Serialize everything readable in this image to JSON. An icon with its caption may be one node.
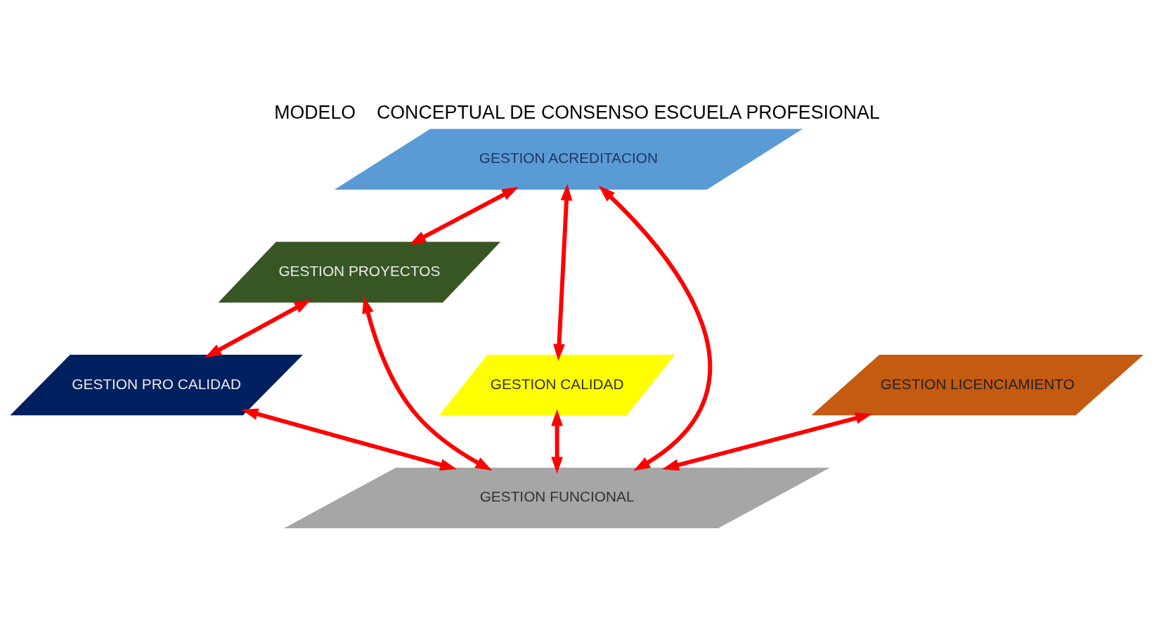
{
  "diagram": {
    "title": "MODELO    CONCEPTUAL DE CONSENSO ESCUELA PROFESIONAL",
    "nodes": [
      {
        "text": [
          "GESTION ACREDITACION"
        ]
      },
      {
        "text": [
          "GESTION PROYECTOS"
        ]
      },
      {
        "text": [
          "GESTION CALIDAD"
        ]
      },
      {
        "text": [
          "GESTION PRO CALIDAD"
        ]
      },
      {
        "text": [
          "GESTION LICENCIAMIENTO"
        ]
      },
      {
        "text": [
          "GESTION FUNCIONAL"
        ]
      }
    ],
    "edges": [
      {
        "from": 0,
        "to": 1,
        "arrow": "both"
      },
      {
        "from": 0,
        "to": 2,
        "arrow": "both"
      },
      {
        "from": 0,
        "to": 5,
        "arrow": "both"
      },
      {
        "from": 1,
        "to": 3,
        "arrow": "both"
      },
      {
        "from": 1,
        "to": 5,
        "arrow": "both"
      },
      {
        "from": 2,
        "to": 5,
        "arrow": "both"
      },
      {
        "from": 4,
        "to": 5,
        "arrow": "both"
      },
      {
        "from": 3,
        "to": 5,
        "arrow": "both"
      }
    ]
  }
}
